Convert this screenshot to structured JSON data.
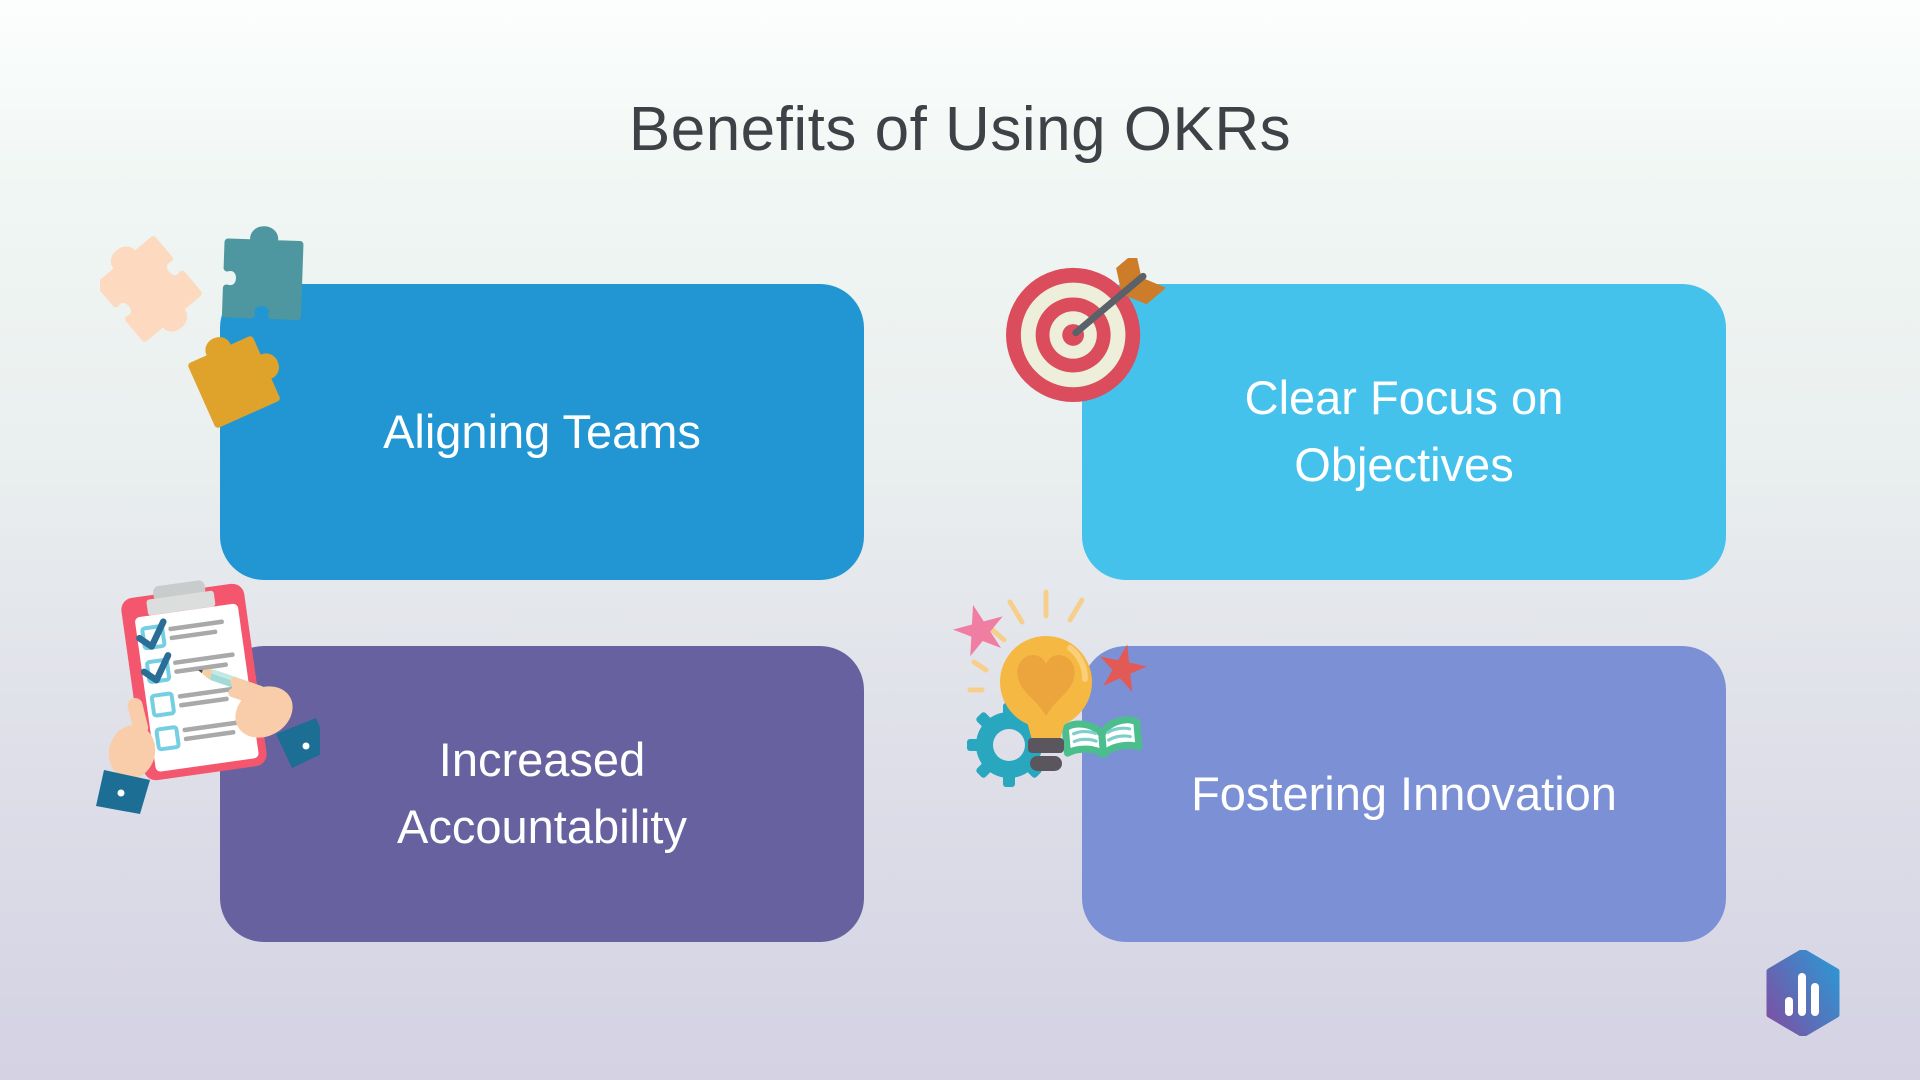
{
  "title": {
    "text": "Benefits of Using OKRs",
    "color": "#3E4247"
  },
  "background": {
    "top": "#FCFEFD",
    "middle": "#EAEFEF",
    "bottom": "#D4D2E3"
  },
  "cards": [
    {
      "label": "Aligning Teams",
      "color": "#2196D3",
      "text_color": "#FFFFFF",
      "icon": "puzzle-pieces-icon"
    },
    {
      "label": "Clear Focus on Objectives",
      "color": "#45C2EC",
      "text_color": "#FFFFFF",
      "icon": "bullseye-target-icon"
    },
    {
      "label": "Increased Accountability",
      "color": "#67629F",
      "text_color": "#FFFFFF",
      "icon": "checklist-clipboard-icon"
    },
    {
      "label": "Fostering Innovation",
      "color": "#7C90D5",
      "text_color": "#FFFFFF",
      "icon": "lightbulb-innovation-icon"
    }
  ],
  "icon_palette": {
    "puzzle_peach": "#FCD9BF",
    "puzzle_teal": "#4F97A0",
    "puzzle_orange": "#DFA32B",
    "target_red": "#DB4D5C",
    "target_cream": "#EEEFDB",
    "arrow_shaft": "#5A6168",
    "arrow_fletch": "#CD7D29",
    "clipboard_pink": "#F4566D",
    "paper_white": "#FFFFFF",
    "checkbox_blue": "#74CFE3",
    "check_navy": "#2A6D97",
    "hand_skin": "#F9CDA9",
    "cuff_teal": "#1D6E95",
    "pencil_teal": "#A2DAD7",
    "bulb_gold": "#F5B843",
    "bulb_base_gray": "#5B555E",
    "gear_teal": "#28A7BE",
    "star_pink": "#F07DA2",
    "star_red": "#E25A56",
    "book_green": "#4CBE8E"
  },
  "logo": {
    "name": "hexagon-bar-chart-logo",
    "gradient_from": "#7B52A5",
    "gradient_to": "#2E96D3",
    "bar_color": "#FFFFFF"
  }
}
